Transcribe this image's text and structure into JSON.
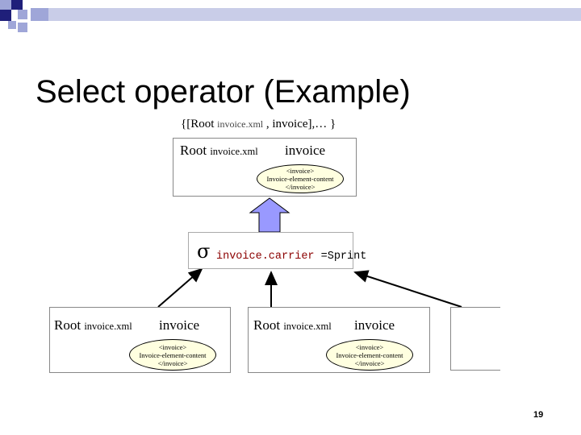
{
  "slide": {
    "title": "Select operator (Example)",
    "subtitle": {
      "open": "{[Root ",
      "small": "invoice.xml",
      "rest": " , invoice],… }"
    },
    "page_number": "19"
  },
  "top_box": {
    "root": "Root ",
    "file": "invoice.xml",
    "element": "invoice",
    "oval": [
      "<invoice>",
      "Invoice-element-content",
      "</invoice>"
    ]
  },
  "select_operator": {
    "symbol": "σ",
    "path": "invoice.carrier",
    "condition": " =Sprint"
  },
  "left_box": {
    "root": "Root ",
    "file": "invoice.xml",
    "element": "invoice",
    "oval": [
      "<invoice>",
      "Invoice-element-content",
      "</invoice>"
    ]
  },
  "middle_box": {
    "root": "Root ",
    "file": "invoice.xml",
    "element": "invoice",
    "oval": [
      "<invoice>",
      "Invoice-element-content",
      "</invoice>"
    ]
  },
  "colors": {
    "accent_blue": "#1f1f7a",
    "light_blue": "#9fa6d8",
    "arrow_fill": "#9999ff",
    "oval_fill": "#ffffe0",
    "predicate_path": "#8b0000"
  }
}
